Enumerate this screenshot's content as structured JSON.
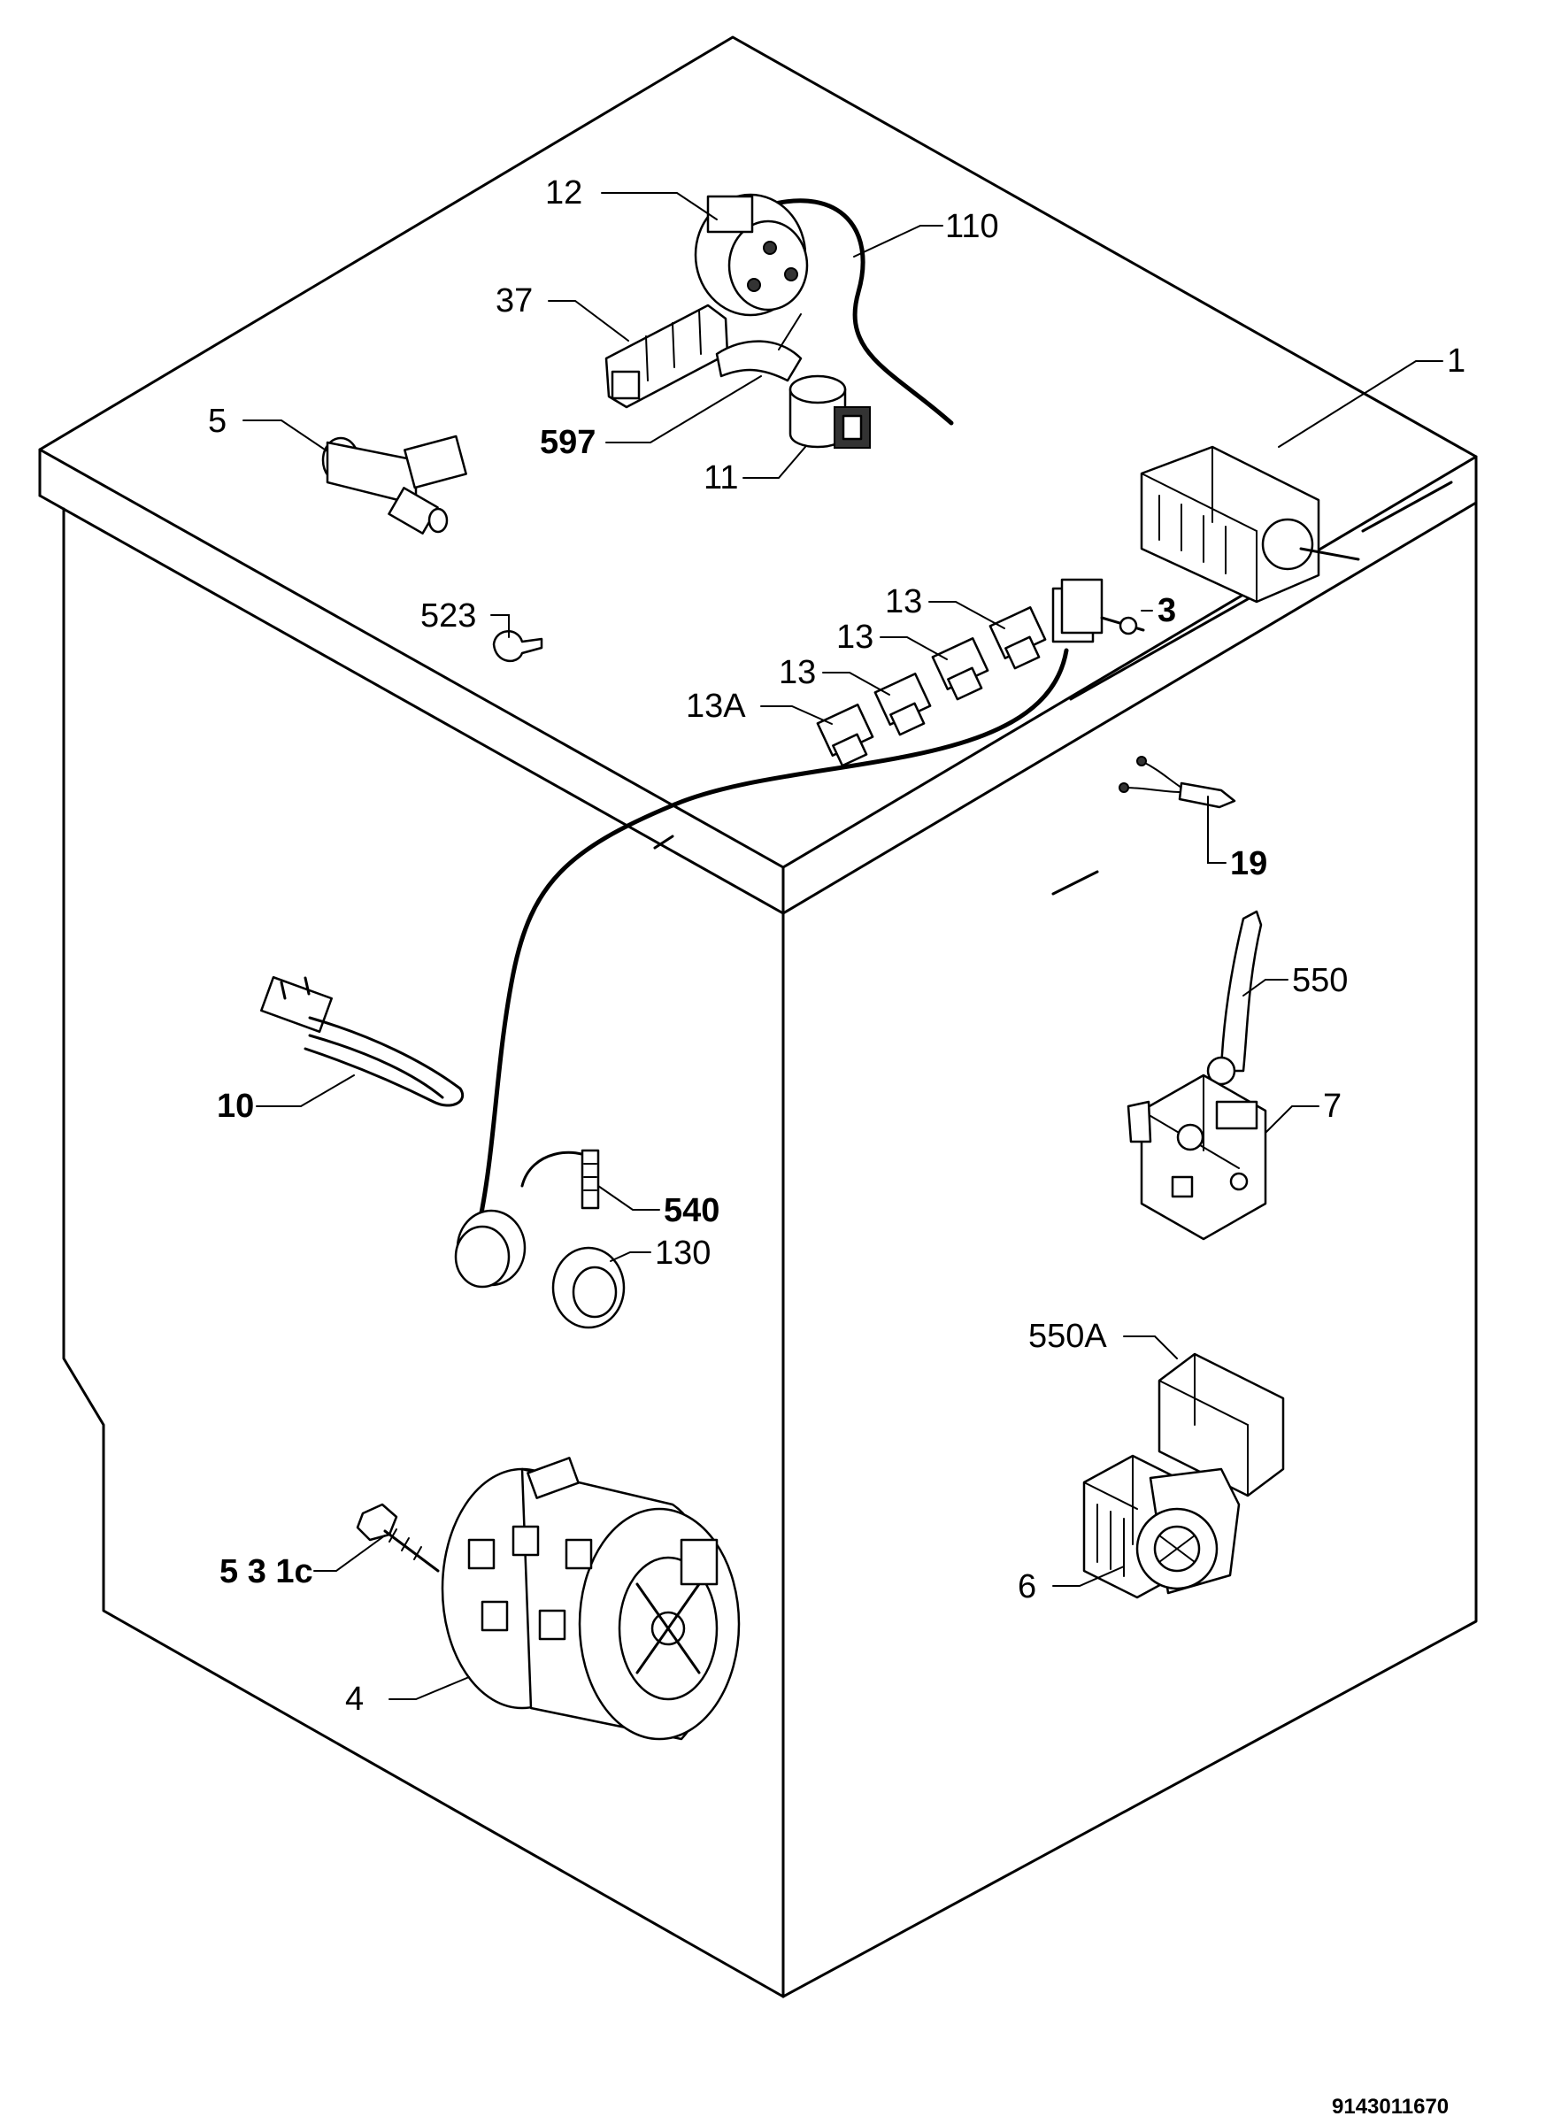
{
  "document_code": "9143011670",
  "labels": {
    "l1": "1",
    "l3": "3",
    "l4": "4",
    "l5": "5",
    "l6": "6",
    "l7": "7",
    "l10": "10",
    "l11": "11",
    "l12": "12",
    "l13a": "13",
    "l13b": "13",
    "l13c": "13",
    "l13A": "13A",
    "l19": "19",
    "l37": "37",
    "l110": "110",
    "l130": "130",
    "l523": "523",
    "l531c": "5 3 1c",
    "l540": "540",
    "l550": "550",
    "l550A": "550A",
    "l597": "597"
  }
}
